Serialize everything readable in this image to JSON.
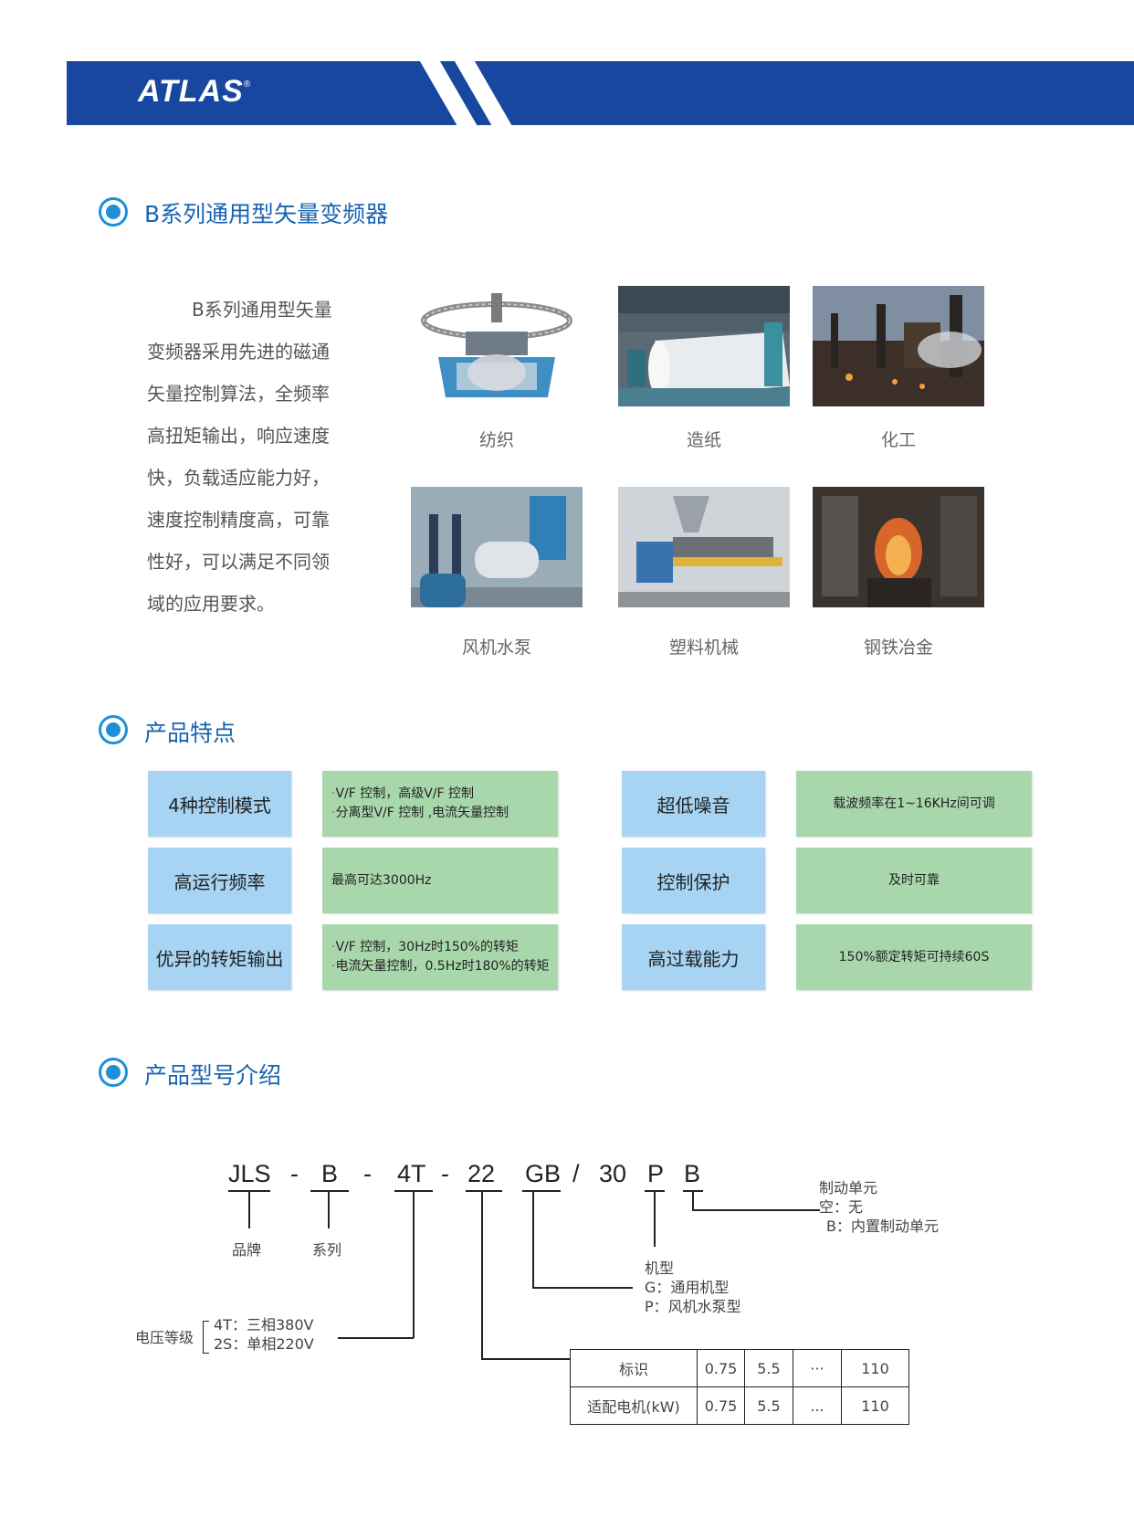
{
  "brand": {
    "logo": "ATLAS",
    "reg": "®"
  },
  "section1": {
    "title": "B系列通用型矢量变频器",
    "intro_lines": [
      "B系列通用型矢量",
      "变频器采用先进的磁通",
      "矢量控制算法，全频率",
      "高扭矩输出，响应速度",
      "快，负载适应能力好，",
      "速度控制精度高，可靠",
      "性好，可以满足不同领",
      "域的应用要求。"
    ],
    "industries": [
      {
        "label": "纺织",
        "icon": "textile-machine-photo"
      },
      {
        "label": "造纸",
        "icon": "paper-mill-photo"
      },
      {
        "label": "化工",
        "icon": "chemical-plant-photo"
      },
      {
        "label": "风机水泵",
        "icon": "water-pump-photo"
      },
      {
        "label": "塑料机械",
        "icon": "plastic-extruder-photo"
      },
      {
        "label": "钢铁冶金",
        "icon": "steel-furnace-photo"
      }
    ]
  },
  "section2": {
    "title": "产品特点",
    "features": [
      {
        "name": "4种控制模式",
        "desc": [
          "V/F 控制，高级V/F 控制",
          "分离型V/F 控制 ,电流矢量控制"
        ]
      },
      {
        "name": "超低噪音",
        "desc": [
          "载波频率在1~16KHz间可调"
        ]
      },
      {
        "name": "高运行频率",
        "desc": [
          "最高可达3000Hz"
        ]
      },
      {
        "name": "控制保护",
        "desc": [
          "及时可靠"
        ]
      },
      {
        "name": "优异的转矩输出",
        "desc": [
          "V/F 控制，30Hz时150%的转矩",
          "电流矢量控制，0.5Hz时180%的转矩"
        ]
      },
      {
        "name": "高过载能力",
        "desc": [
          "150%额定转矩可持续60S"
        ]
      }
    ],
    "bullet": "·"
  },
  "section3": {
    "title": "产品型号介绍",
    "code": {
      "p1": "JLS",
      "d1": "-",
      "p2": "B",
      "d2": "-",
      "p3": "4T",
      "d3": "-",
      "p4": "22",
      "p5": "GB",
      "slash": "/",
      "p6": "30",
      "p7": "P",
      "p8": "B"
    },
    "labels": {
      "brand": "品牌",
      "series": "系列",
      "voltage_title": "电压等级",
      "voltage_4t": "4T：三相380V",
      "voltage_2s": "2S：单相220V",
      "brake_title": "制动单元",
      "brake_none": "空：无",
      "brake_b": "B：内置制动单元",
      "type_title": "机型",
      "type_g": "G：通用机型",
      "type_p": "P：风机水泵型"
    },
    "table": {
      "row1": [
        "标识",
        "0.75",
        "5.5",
        "···",
        "110"
      ],
      "row2": [
        "适配电机(kW)",
        "0.75",
        "5.5",
        "...",
        "110"
      ]
    }
  },
  "colors": {
    "header_blue": "#1847a0",
    "title_blue": "#1a63b0",
    "icon_blue": "#1e8fd8",
    "feature_blue": "#a6d4f2",
    "feature_green": "#a9d7ac"
  }
}
